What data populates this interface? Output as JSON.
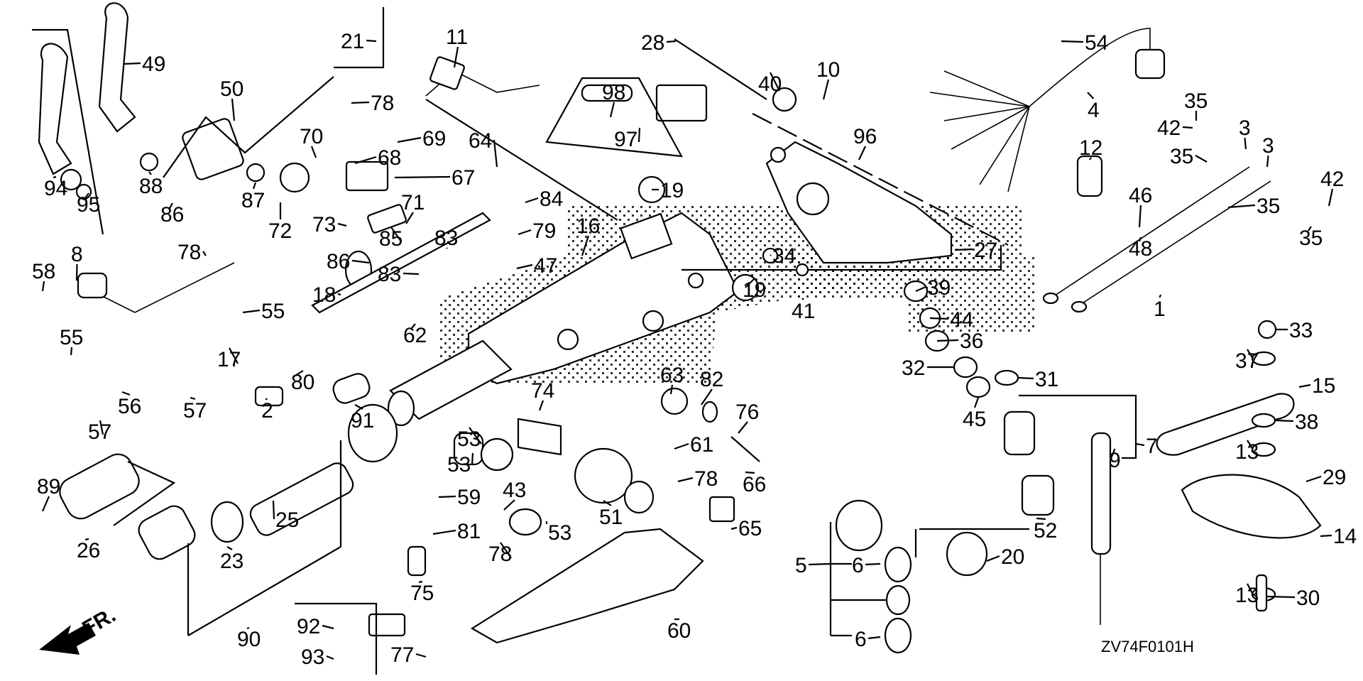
{
  "diagram": {
    "title": "Outboard tiller handle / steering arm exploded parts diagram",
    "drawing_code": "ZV74F0101H",
    "direction_marker": "FR.",
    "colors": {
      "line": "#000000",
      "background": "#ffffff",
      "stipple": "#000000"
    },
    "callouts": [
      {
        "id": "c21",
        "num": "21",
        "part": "pad"
      },
      {
        "id": "c11",
        "num": "11",
        "part": "connector"
      },
      {
        "id": "c28",
        "num": "28",
        "part": "bolt"
      },
      {
        "id": "c40",
        "num": "40",
        "part": "washer"
      },
      {
        "id": "c10",
        "num": "10",
        "part": "clip"
      },
      {
        "id": "c54",
        "num": "54",
        "part": "clamp"
      },
      {
        "id": "c4",
        "num": "4",
        "part": "wire-harness"
      },
      {
        "id": "c49",
        "num": "49",
        "part": "lever"
      },
      {
        "id": "c50",
        "num": "50",
        "part": "bracket-assembly"
      },
      {
        "id": "c78a",
        "num": "78",
        "part": "flange-bolt"
      },
      {
        "id": "c70",
        "num": "70",
        "part": "ball"
      },
      {
        "id": "c69",
        "num": "69",
        "part": "spring"
      },
      {
        "id": "c68",
        "num": "68",
        "part": "pin"
      },
      {
        "id": "c67",
        "num": "67",
        "part": "plate"
      },
      {
        "id": "c98",
        "num": "98",
        "part": "bolt"
      },
      {
        "id": "c97",
        "num": "97",
        "part": "block"
      },
      {
        "id": "c96",
        "num": "96",
        "part": "cover-assembly"
      },
      {
        "id": "c94",
        "num": "94",
        "part": "lever"
      },
      {
        "id": "c95",
        "num": "95",
        "part": "o-ring"
      },
      {
        "id": "c88",
        "num": "88",
        "part": "collar"
      },
      {
        "id": "c86a",
        "num": "86",
        "part": "clip"
      },
      {
        "id": "c87",
        "num": "87",
        "part": "seal"
      },
      {
        "id": "c72",
        "num": "72",
        "part": "cam"
      },
      {
        "id": "c73",
        "num": "73",
        "part": "plate"
      },
      {
        "id": "c71",
        "num": "71",
        "part": "screw"
      },
      {
        "id": "c64",
        "num": "64",
        "part": "clamp"
      },
      {
        "id": "c84",
        "num": "84",
        "part": "washer"
      },
      {
        "id": "c79",
        "num": "79",
        "part": "screw"
      },
      {
        "id": "c16",
        "num": "16",
        "part": "steering-handle"
      },
      {
        "id": "c19a",
        "num": "19",
        "part": "grommet"
      },
      {
        "id": "c12",
        "num": "12",
        "part": "rubber-mount"
      },
      {
        "id": "c46",
        "num": "46",
        "part": "throttle-cable-a"
      },
      {
        "id": "c48",
        "num": "48",
        "part": "throttle-cable-b"
      },
      {
        "id": "c42a",
        "num": "42",
        "part": "clip"
      },
      {
        "id": "c35a",
        "num": "35",
        "part": "washer"
      },
      {
        "id": "c3a",
        "num": "3",
        "part": "cable-end"
      },
      {
        "id": "c3b",
        "num": "3",
        "part": "cable-end"
      },
      {
        "id": "c35b",
        "num": "35",
        "part": "washer"
      },
      {
        "id": "c42b",
        "num": "42",
        "part": "clip"
      },
      {
        "id": "c35c",
        "num": "35",
        "part": "washer"
      },
      {
        "id": "c35d",
        "num": "35",
        "part": "washer"
      },
      {
        "id": "c27",
        "num": "27",
        "part": "steering-bracket"
      },
      {
        "id": "c1",
        "num": "1",
        "part": "cable-bracket"
      },
      {
        "id": "c58",
        "num": "58",
        "part": "grommet"
      },
      {
        "id": "c8",
        "num": "8",
        "part": "stop-switch"
      },
      {
        "id": "c78b",
        "num": "78",
        "part": "flange-bolt"
      },
      {
        "id": "c86b",
        "num": "86",
        "part": "clip"
      },
      {
        "id": "c85",
        "num": "85",
        "part": "washer"
      },
      {
        "id": "c83a",
        "num": "83",
        "part": "washer"
      },
      {
        "id": "c83b",
        "num": "83",
        "part": "washer"
      },
      {
        "id": "c47",
        "num": "47",
        "part": "cable-joint"
      },
      {
        "id": "c18",
        "num": "18",
        "part": "cap"
      },
      {
        "id": "c55a",
        "num": "55",
        "part": "band"
      },
      {
        "id": "c62",
        "num": "62",
        "part": "rod"
      },
      {
        "id": "c34",
        "num": "34",
        "part": "nut"
      },
      {
        "id": "c41",
        "num": "41",
        "part": "washer"
      },
      {
        "id": "c19b",
        "num": "19",
        "part": "grommet"
      },
      {
        "id": "c39",
        "num": "39",
        "part": "washer"
      },
      {
        "id": "c44",
        "num": "44",
        "part": "collar"
      },
      {
        "id": "c36",
        "num": "36",
        "part": "washer"
      },
      {
        "id": "c32",
        "num": "32",
        "part": "nut"
      },
      {
        "id": "c31",
        "num": "31",
        "part": "washer"
      },
      {
        "id": "c45",
        "num": "45",
        "part": "nut"
      },
      {
        "id": "c33",
        "num": "33",
        "part": "nut"
      },
      {
        "id": "c37",
        "num": "37",
        "part": "washer"
      },
      {
        "id": "c15",
        "num": "15",
        "part": "plate"
      },
      {
        "id": "c38",
        "num": "38",
        "part": "washer"
      },
      {
        "id": "c13a",
        "num": "13",
        "part": "washer"
      },
      {
        "id": "c7",
        "num": "7",
        "part": "switch-assembly"
      },
      {
        "id": "c9",
        "num": "9",
        "part": "lanyard"
      },
      {
        "id": "c29",
        "num": "29",
        "part": "bolt"
      },
      {
        "id": "c14",
        "num": "14",
        "part": "friction-plate"
      },
      {
        "id": "c13b",
        "num": "13",
        "part": "washer"
      },
      {
        "id": "c30",
        "num": "30",
        "part": "pin"
      },
      {
        "id": "c52",
        "num": "52",
        "part": "collar"
      },
      {
        "id": "c20",
        "num": "20",
        "part": "cap"
      },
      {
        "id": "c55b",
        "num": "55",
        "part": "band"
      },
      {
        "id": "c56",
        "num": "56",
        "part": "bracket"
      },
      {
        "id": "c57a",
        "num": "57",
        "part": "screw"
      },
      {
        "id": "c57b",
        "num": "57",
        "part": "screw"
      },
      {
        "id": "c17",
        "num": "17",
        "part": "pin"
      },
      {
        "id": "c2",
        "num": "2",
        "part": "joint"
      },
      {
        "id": "c80",
        "num": "80",
        "part": "nut"
      },
      {
        "id": "c91",
        "num": "91",
        "part": "adjuster"
      },
      {
        "id": "c63",
        "num": "63",
        "part": "grommet"
      },
      {
        "id": "c82",
        "num": "82",
        "part": "washer"
      },
      {
        "id": "c76",
        "num": "76",
        "part": "bolt"
      },
      {
        "id": "c66",
        "num": "66",
        "part": "washer"
      },
      {
        "id": "c61",
        "num": "61",
        "part": "clamp"
      },
      {
        "id": "c78c",
        "num": "78",
        "part": "flange-bolt"
      },
      {
        "id": "c51",
        "num": "51",
        "part": "collar"
      },
      {
        "id": "c65",
        "num": "65",
        "part": "rubber"
      },
      {
        "id": "c74",
        "num": "74",
        "part": "bracket"
      },
      {
        "id": "c53a",
        "num": "53",
        "part": "band"
      },
      {
        "id": "c53b",
        "num": "53",
        "part": "band"
      },
      {
        "id": "c53c",
        "num": "53",
        "part": "band"
      },
      {
        "id": "c43",
        "num": "43",
        "part": "label"
      },
      {
        "id": "c78d",
        "num": "78",
        "part": "flange-bolt"
      },
      {
        "id": "c59",
        "num": "59",
        "part": "clamp"
      },
      {
        "id": "c81",
        "num": "81",
        "part": "washer"
      },
      {
        "id": "c75",
        "num": "75",
        "part": "screw"
      },
      {
        "id": "c60",
        "num": "60",
        "part": "lower-cover"
      },
      {
        "id": "c5",
        "num": "5",
        "part": "ignition-switch"
      },
      {
        "id": "c6a",
        "num": "6",
        "part": "key"
      },
      {
        "id": "c6b",
        "num": "6",
        "part": "key"
      },
      {
        "id": "c89",
        "num": "89",
        "part": "screw"
      },
      {
        "id": "c26",
        "num": "26",
        "part": "grip"
      },
      {
        "id": "c25",
        "num": "25",
        "part": "throttle-pipe"
      },
      {
        "id": "c23",
        "num": "23",
        "part": "ring"
      },
      {
        "id": "c90",
        "num": "90",
        "part": "grip-set"
      },
      {
        "id": "c92",
        "num": "92",
        "part": "bracket"
      },
      {
        "id": "c93",
        "num": "93",
        "part": "bolt"
      },
      {
        "id": "c77",
        "num": "77",
        "part": "screw"
      }
    ]
  }
}
